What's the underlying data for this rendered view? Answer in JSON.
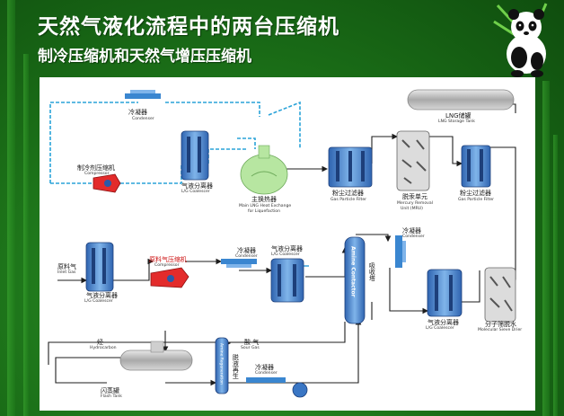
{
  "slide": {
    "title": "天然气液化流程中的两台压缩机",
    "subtitle": "制冷压缩机和天然气增压压缩机"
  },
  "colors": {
    "background": "#1f7a1c",
    "pipe": "#2aa3d9",
    "equipment": "#3a76c4",
    "highlight": "#e32b2b",
    "exchanger": "#b7e6a1"
  },
  "diagram": {
    "condenser_top": {
      "zh": "冷凝器",
      "en": "Condenser"
    },
    "refrigerant_compressor": {
      "zh": "制冷剂压缩机",
      "en": "Compressor"
    },
    "lg_coalescer_1": {
      "zh": "气液分离器",
      "en": "L/G Coalescer"
    },
    "main_exchanger": {
      "zh": "主换热器",
      "en1": "Main LNG Heat Exchange",
      "en2": "for Liquefaction"
    },
    "gas_filter_1": {
      "zh": "粉尘过滤器",
      "en": "Gas Particle Filter"
    },
    "mercury_unit": {
      "zh": "脱汞单元",
      "en1": "Mercury Removal",
      "en2": "Unit (MRU)"
    },
    "gas_filter_2": {
      "zh": "粉尘过滤器",
      "en": "Gas Particle Filter"
    },
    "lng_tank": {
      "zh": "LNG储罐",
      "en": "LNG Storage Tank"
    },
    "inlet_gas": {
      "zh": "原料气",
      "en": "Inlet Gas"
    },
    "lg_coalescer_2": {
      "zh": "气液分离器",
      "en": "L/G Coalescer"
    },
    "feed_compressor": {
      "zh": "原料气压缩机",
      "en": "Compressor"
    },
    "condenser_mid": {
      "zh": "冷凝器",
      "en": "Condenser"
    },
    "lg_coalescer_3": {
      "zh": "气液分离器",
      "en": "L/G Coalescer"
    },
    "amine_contactor": {
      "en": "Amine Contactor"
    },
    "absorber_tower": {
      "zh": "吸收塔"
    },
    "condenser_right": {
      "zh": "冷凝器",
      "en": "Condenser"
    },
    "lg_coalescer_4": {
      "zh": "气液分离器",
      "en": "L/G Coalescer"
    },
    "molecular_sieve": {
      "zh": "分子筛脱水",
      "en": "Molecular Sieve Drier"
    },
    "hydrocarbon": {
      "zh": "烃",
      "en": "Hydrocarbon"
    },
    "flash_tank": {
      "zh": "闪蒸罐",
      "en": "Flash Tank"
    },
    "amine_regen": {
      "en": "Amine Regeneration"
    },
    "regen_tower": {
      "zh": "脱液再生"
    },
    "sour_gas": {
      "zh": "酸 气",
      "en": "Sour Gas"
    },
    "condenser_bottom": {
      "zh": "冷凝器",
      "en": "Condenser"
    }
  }
}
